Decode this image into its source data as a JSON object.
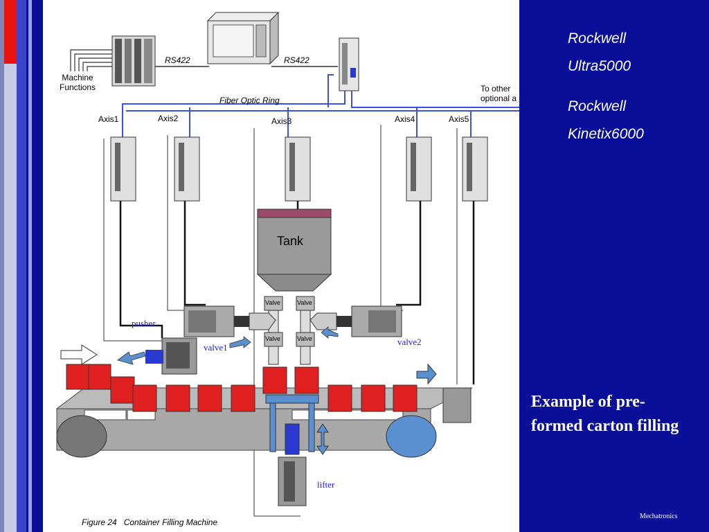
{
  "side_labels": {
    "line1": "Rockwell",
    "line2": "Ultra5000",
    "line3": "Rockwell",
    "line4": "Kinetix6000"
  },
  "caption": "Example of pre-formed carton filling",
  "footer": "Mechatronics",
  "figure": {
    "machine_functions": "Machine\nFunctions",
    "rs422_left": "RS422",
    "rs422_right": "RS422",
    "fiber_optic_ring": "Fiber Optic Ring",
    "to_other": "To other\noptional a",
    "axis1": "Axis1",
    "axis2": "Axis2",
    "axis3": "Axis3",
    "axis4": "Axis4",
    "axis5": "Axis5",
    "tank": "Tank",
    "valve_label": "Valve",
    "figure_caption": "Figure 24   Container Filling Machine",
    "pusher": "pusher",
    "valve1": "valve1",
    "valve2": "valve2",
    "lifter": "lifter"
  },
  "colors": {
    "background": "#0a0f9a",
    "bar_red": "#e8120f",
    "carton": "#e02020",
    "fiber_line": "#3a50e0",
    "roller_blue": "#5a8fd0"
  }
}
